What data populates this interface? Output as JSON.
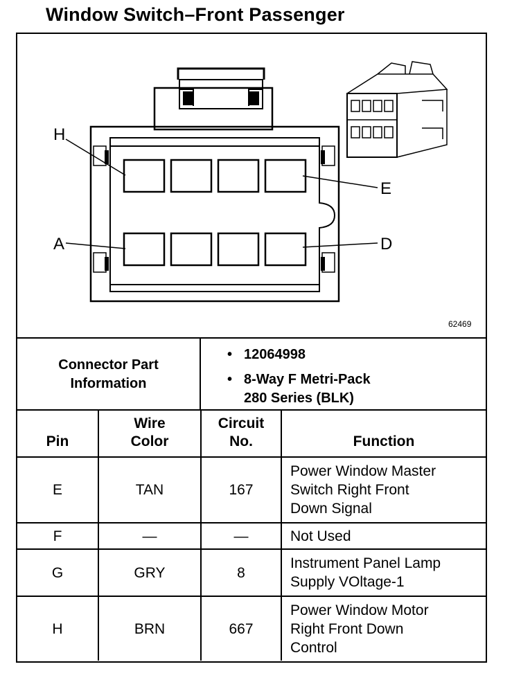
{
  "title": "Window Switch–Front Passenger",
  "diagram": {
    "figure_number": "62469",
    "pin_labels": {
      "H": "H",
      "E": "E",
      "A": "A",
      "D": "D"
    }
  },
  "connector_info": {
    "label_line1": "Connector Part",
    "label_line2": "Information",
    "bullet": "•",
    "part_number": "12064998",
    "description_line1": "8-Way F Metri-Pack",
    "description_line2": "280 Series (BLK)"
  },
  "table": {
    "headers": {
      "pin": "Pin",
      "wire_color_1": "Wire",
      "wire_color_2": "Color",
      "circuit_1": "Circuit",
      "circuit_2": "No.",
      "function": "Function"
    },
    "rows": [
      {
        "pin": "E",
        "wire": "TAN",
        "circuit": "167",
        "function": [
          "Power Window Master",
          "Switch Right Front",
          "Down Signal"
        ]
      },
      {
        "pin": "F",
        "wire": "—",
        "circuit": "—",
        "function": [
          "Not Used"
        ]
      },
      {
        "pin": "G",
        "wire": "GRY",
        "circuit": "8",
        "function": [
          "Instrument Panel Lamp",
          "Supply VOltage-1"
        ]
      },
      {
        "pin": "H",
        "wire": "BRN",
        "circuit": "667",
        "function": [
          "Power Window Motor",
          "Right Front Down",
          "Control"
        ]
      }
    ]
  }
}
